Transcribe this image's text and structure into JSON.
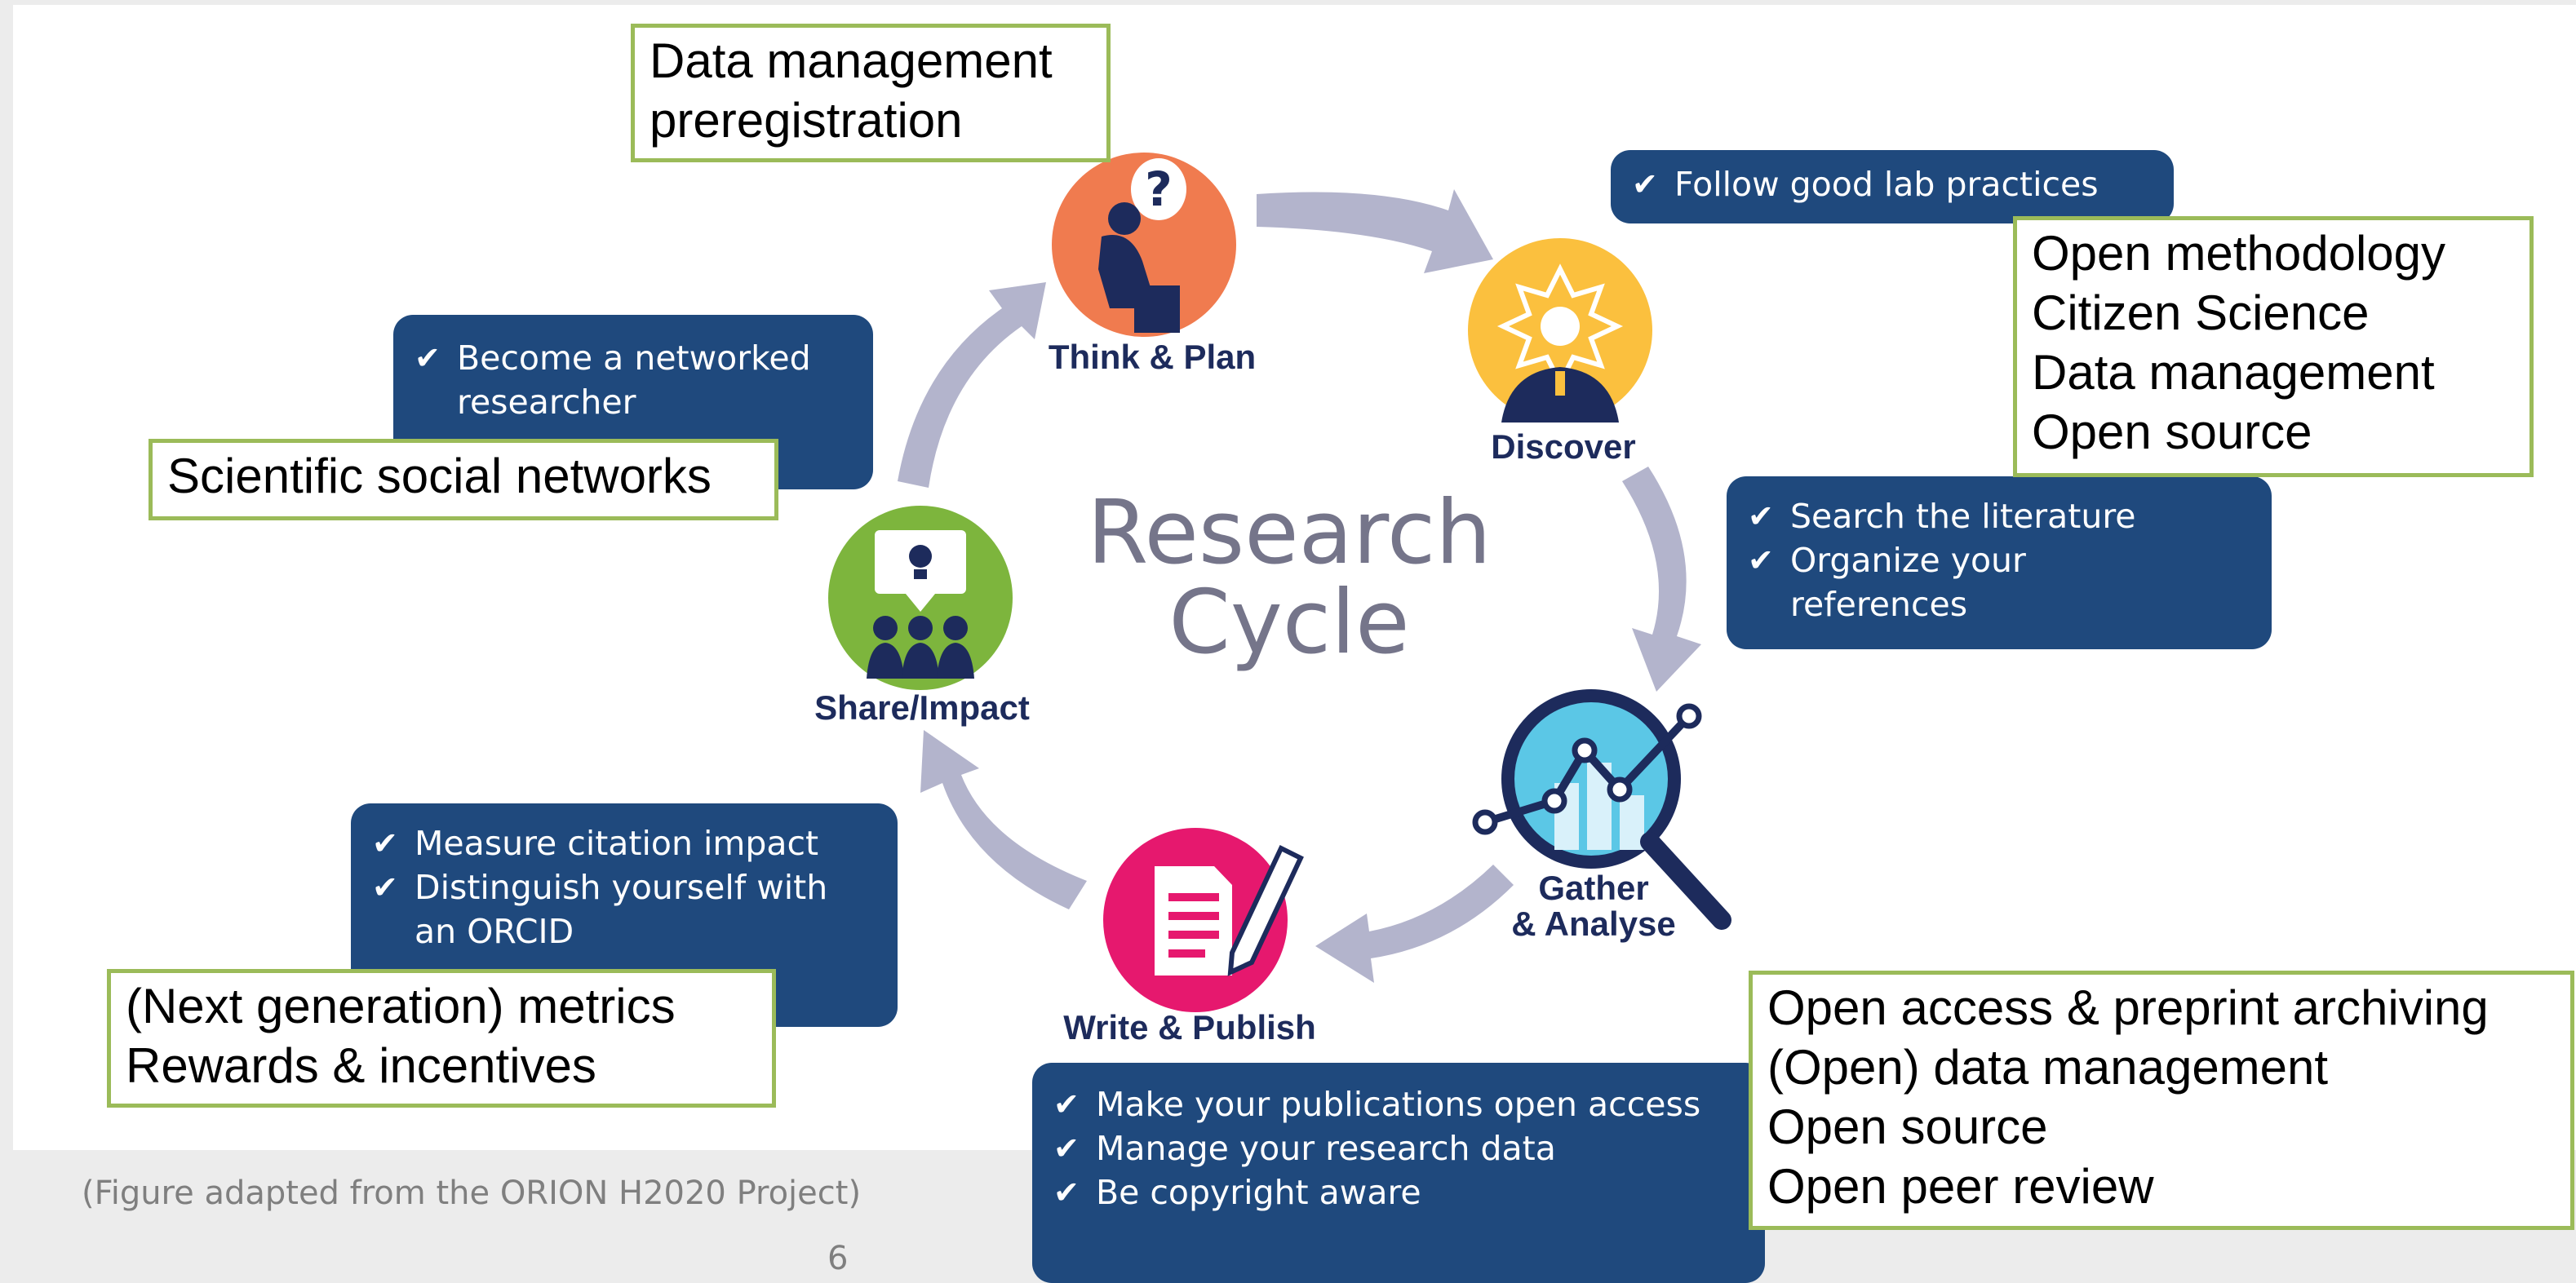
{
  "center_title": [
    "Research",
    "Cycle"
  ],
  "stages": {
    "think": "Think & Plan",
    "discover": "Discover",
    "gather": [
      "Gather",
      "& Analyse"
    ],
    "write": "Write & Publish",
    "share": "Share/Impact"
  },
  "blue_boxes": {
    "top_right": [
      "Follow good lab practices"
    ],
    "right": [
      "Search the literature",
      "Organize your",
      "references"
    ],
    "bottom": [
      "Make your publications open access",
      "Manage your research data",
      "Be copyright aware"
    ],
    "bottom_left": [
      "Measure citation impact",
      "Distinguish yourself with",
      "an ORCID"
    ],
    "left": [
      "Become a networked",
      "researcher"
    ]
  },
  "green_boxes": {
    "top": [
      "Data management",
      "preregistration"
    ],
    "right": [
      "Open methodology",
      "Citizen Science",
      "Data management",
      "Open source"
    ],
    "left": [
      "Scientific social networks"
    ],
    "bottom_left": [
      "(Next generation) metrics",
      "Rewards & incentives"
    ],
    "bottom_right": [
      "Open access & preprint archiving",
      "(Open) data management",
      "Open source",
      "Open peer review"
    ]
  },
  "caption": "(Figure adapted from the ORION H2020 Project)",
  "page_number": "6",
  "colors": {
    "navy_box": "#1f497d",
    "green_border": "#9bbb59",
    "arrow": "#b3b4cc",
    "think": "#f07b4f",
    "discover": "#fbc03e",
    "gather": "#5bc7e6",
    "write": "#e6186e",
    "share": "#7db53d",
    "dark_navy": "#1d2b5c"
  }
}
